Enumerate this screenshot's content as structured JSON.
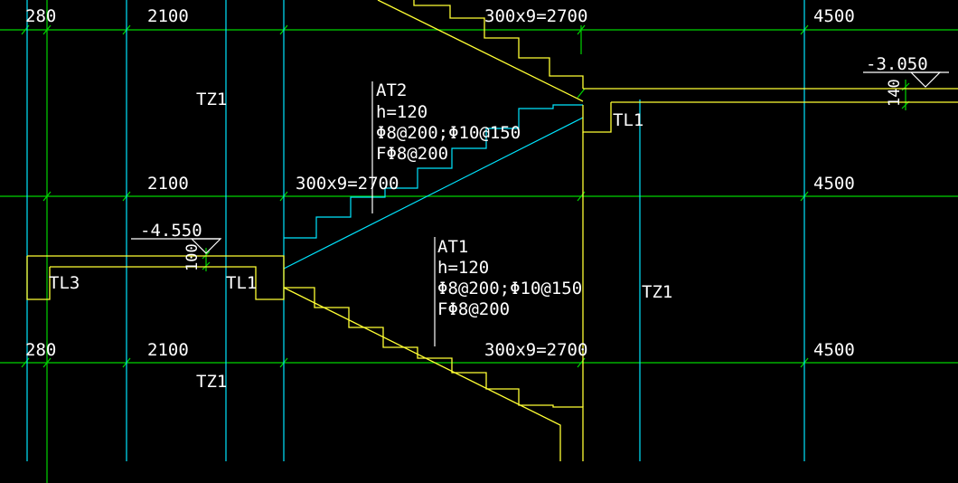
{
  "dimensions": {
    "top": {
      "left": "280",
      "mid": "2100",
      "right": "4500"
    },
    "upper_row": {
      "mid": "2100",
      "right": "4500"
    },
    "bottom_row": {
      "left": "280",
      "mid": "2100",
      "right": "4500"
    },
    "run_top": "300x9=2700",
    "run_middle": "300x9=2700",
    "run_bottom": "300x9=2700"
  },
  "columns": {
    "tz_upper": "TZ1",
    "tz_right": "TZ1",
    "tz_lower": "TZ1"
  },
  "beams": {
    "tl1_upper": "TL1",
    "tl1_lower": "TL1",
    "tl3": "TL3"
  },
  "elevations": {
    "upper": {
      "value": "-3.050",
      "thickness": "140"
    },
    "lower": {
      "value": "-4.550",
      "thickness": "100"
    }
  },
  "flight_at2": {
    "name": "AT2",
    "thickness": "h=120",
    "top_rebar": "Φ8@200;Φ10@150",
    "distribution": "FΦ8@200"
  },
  "flight_at1": {
    "name": "AT1",
    "thickness": "h=120",
    "top_rebar": "Φ8@200;Φ10@150",
    "distribution": "FΦ8@200"
  },
  "colors": {
    "background": "#000000",
    "grid": "#00d400",
    "axis": "#00e5ff",
    "outline": "#ffff33",
    "text": "#ffffff"
  }
}
